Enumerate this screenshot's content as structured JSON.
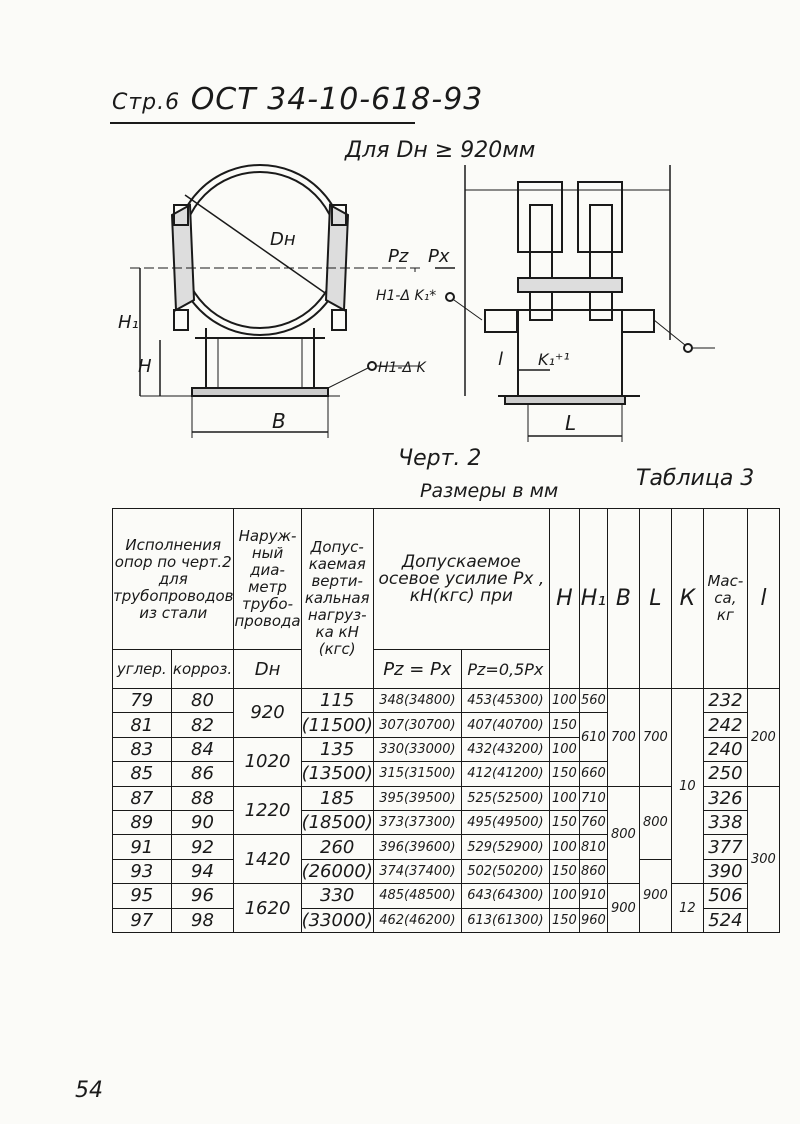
{
  "header": {
    "prefix": "Стр.6",
    "code": "ОСТ 34-10-618-93"
  },
  "condition": "Для Dн ≥ 920мм",
  "drawing": {
    "labels": {
      "dn": "Dн",
      "h1": "H₁",
      "h": "H",
      "b": "B",
      "l_small": "l",
      "l_big": "L",
      "pz": "Pz",
      "px": "Px",
      "tol_k": "H1-Δ K",
      "tol_k1": "H1-Δ K₁*",
      "k1": "K₁⁺¹"
    }
  },
  "figure_caption": "Черт. 2",
  "table_caption": "Таблица 3",
  "units_caption": "Размеры в мм",
  "table": {
    "headers": {
      "variants": "Исполнения опор по черт.2 для трубопроводов из стали",
      "carbon": "углер.",
      "corrosion": "корроз.",
      "outer_diameter": "Наруж-ный диа-метр трубо-провода",
      "outer_diameter_symbol": "Dн",
      "vertical_load": "Допус-каемая верти-кальная нагруз-ка кН (кгс)",
      "axial_force": "Допускаемое осевое усилие Pх , кН(кгс) при",
      "axial_eq": "Pz = Px",
      "axial_half": "Pz=0,5Px",
      "h": "H",
      "h1": "H₁",
      "b": "B",
      "l_big": "L",
      "k": "К",
      "mass": "Мас-са, кг",
      "l_small": "l"
    },
    "rows": [
      {
        "carbon": "79",
        "corrosion": "80",
        "axial_eq": "348(34800)",
        "axial_half": "453(45300)",
        "h": "100",
        "h1": "560",
        "mass": "232"
      },
      {
        "carbon": "81",
        "corrosion": "82",
        "axial_eq": "307(30700)",
        "axial_half": "407(40700)",
        "h": "150",
        "mass": "242"
      },
      {
        "carbon": "83",
        "corrosion": "84",
        "axial_eq": "330(33000)",
        "axial_half": "432(43200)",
        "h": "100",
        "mass": "240"
      },
      {
        "carbon": "85",
        "corrosion": "86",
        "axial_eq": "315(31500)",
        "axial_half": "412(41200)",
        "h": "150",
        "h1": "660",
        "mass": "250"
      },
      {
        "carbon": "87",
        "corrosion": "88",
        "axial_eq": "395(39500)",
        "axial_half": "525(52500)",
        "h": "100",
        "h1": "710",
        "mass": "326"
      },
      {
        "carbon": "89",
        "corrosion": "90",
        "axial_eq": "373(37300)",
        "axial_half": "495(49500)",
        "h": "150",
        "h1": "760",
        "mass": "338"
      },
      {
        "carbon": "91",
        "corrosion": "92",
        "axial_eq": "396(39600)",
        "axial_half": "529(52900)",
        "h": "100",
        "h1": "810",
        "mass": "377"
      },
      {
        "carbon": "93",
        "corrosion": "94",
        "axial_eq": "374(37400)",
        "axial_half": "502(50200)",
        "h": "150",
        "h1": "860",
        "mass": "390"
      },
      {
        "carbon": "95",
        "corrosion": "96",
        "axial_eq": "485(48500)",
        "axial_half": "643(64300)",
        "h": "100",
        "h1": "910",
        "mass": "506"
      },
      {
        "carbon": "97",
        "corrosion": "98",
        "axial_eq": "462(46200)",
        "axial_half": "613(61300)",
        "h": "150",
        "h1": "960",
        "mass": "524"
      }
    ],
    "groups": {
      "dn": [
        "920",
        "1020",
        "1220",
        "1420",
        "1620"
      ],
      "vload": [
        {
          "kn": "115",
          "kgs": "(11500)"
        },
        {
          "kn": "135",
          "kgs": "(13500)"
        },
        {
          "kn": "185",
          "kgs": "(18500)"
        },
        {
          "kn": "260",
          "kgs": "(26000)"
        },
        {
          "kn": "330",
          "kgs": "(33000)"
        }
      ],
      "h1_merged": "610",
      "b": [
        "700",
        "800",
        "900"
      ],
      "l_big": [
        "700",
        "800",
        "900"
      ],
      "k": [
        "10",
        "12"
      ],
      "l_small": [
        "200",
        "300"
      ]
    }
  },
  "page_number": "54"
}
